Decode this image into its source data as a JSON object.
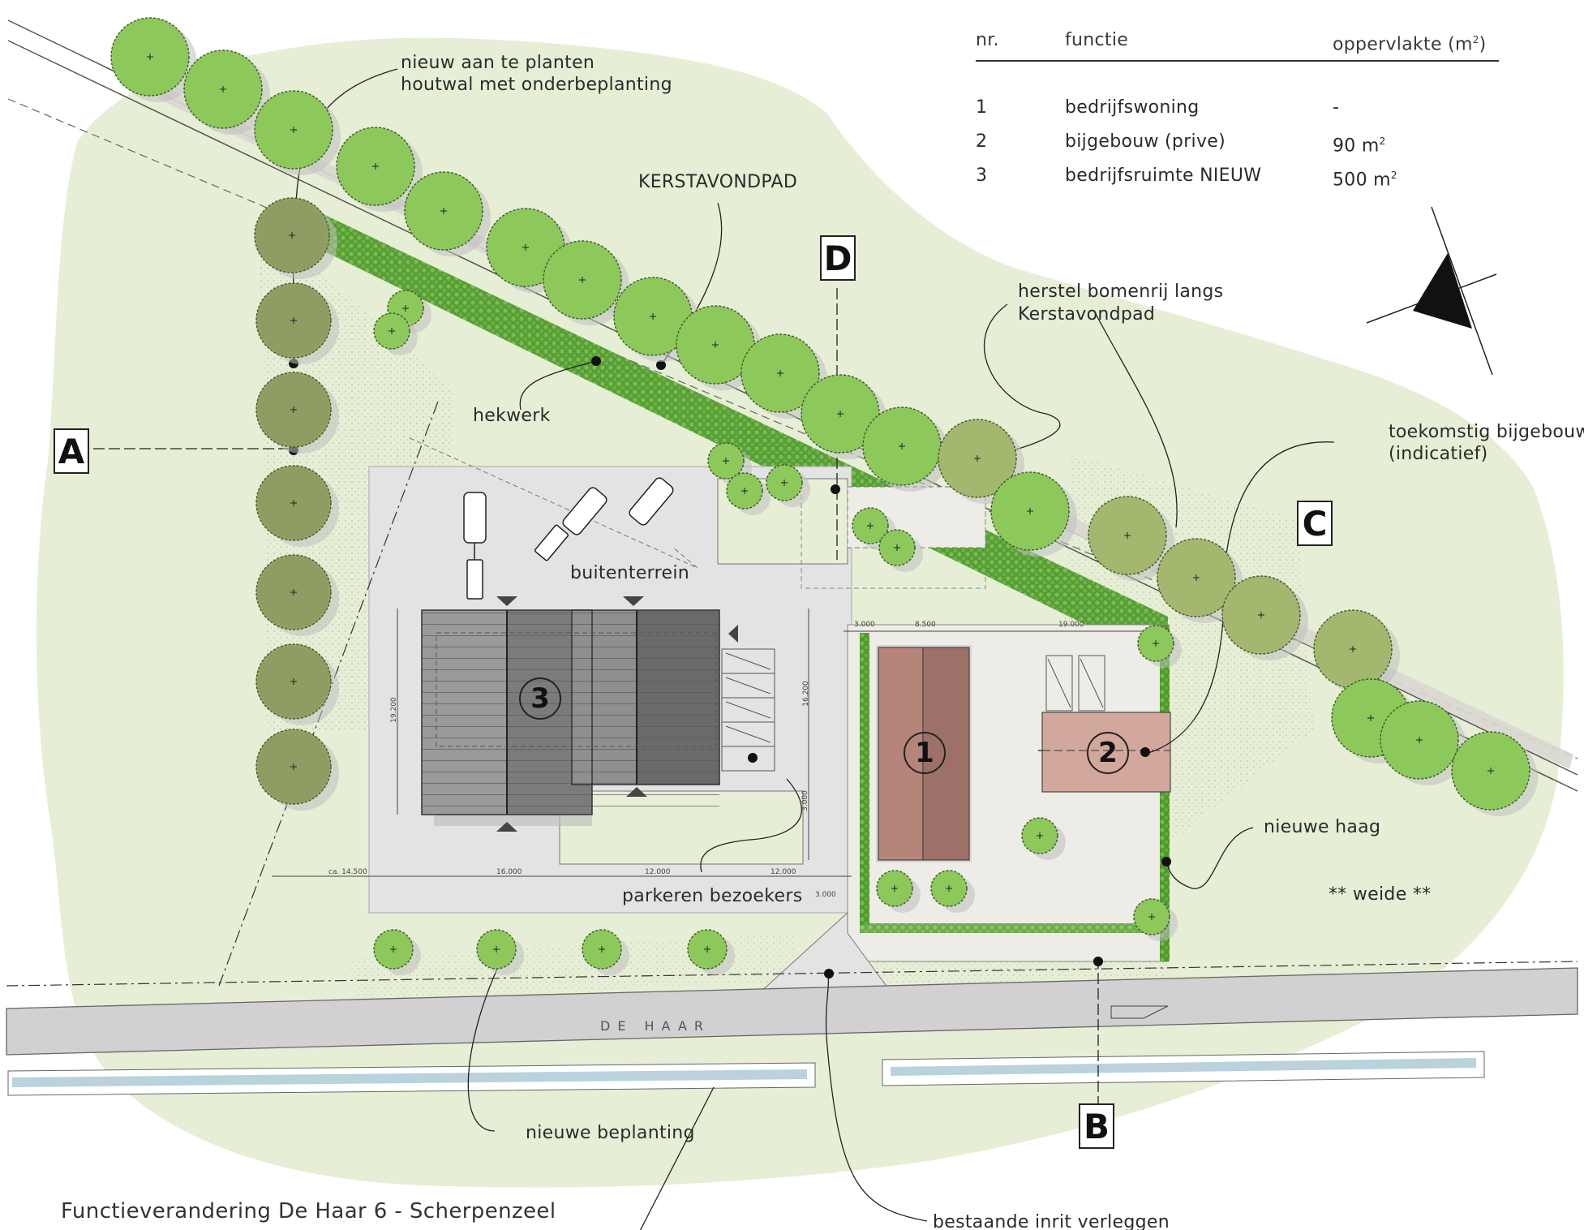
{
  "title": "Functieverandering De Haar 6 - Scherpenzeel",
  "table": {
    "headers": {
      "nr": "nr.",
      "functie": "functie",
      "oppervlakte": "oppervlakte (m",
      "oppervlakte_sup": "2",
      "oppervlakte_end": ")"
    },
    "rows": [
      {
        "nr": "1",
        "functie": "bedrijfswoning",
        "area": "-",
        "sup": ""
      },
      {
        "nr": "2",
        "functie": "bijgebouw (prive)",
        "area": "90 m",
        "sup": "2"
      },
      {
        "nr": "3",
        "functie": "bedrijfsruimte NIEUW",
        "area": "500 m",
        "sup": "2"
      }
    ]
  },
  "labels": {
    "houtwal_1": "nieuw aan te planten",
    "houtwal_2": "houtwal met onderbeplanting",
    "kerstavondpad": "KERSTAVONDPAD",
    "herstel_1": "herstel bomenrij langs",
    "herstel_2": "Kerstavondpad",
    "bijgebouw_1": "toekomstig bijgebouw",
    "bijgebouw_2": "(indicatief)",
    "hekwerk": "hekwerk",
    "buitenterrein": "buitenterrein",
    "parkeren": "parkeren bezoekers",
    "haag": "nieuwe haag",
    "weide": "** weide **",
    "beplanting": "nieuwe beplanting",
    "inrit": "bestaande inrit verleggen",
    "road": "DE HAAR"
  },
  "sections": {
    "a": "A",
    "b": "B",
    "c": "C",
    "d": "D"
  },
  "buildings": {
    "woning": "1",
    "bijgebouw": "2",
    "bedrijfsruimte": "3"
  },
  "dimensions": {
    "top_1": "3.000",
    "top_2": "8.500",
    "top_3": "19.000",
    "bottom_1": "ca. 14.500",
    "bottom_2": "16.000",
    "bottom_3": "12.000",
    "bottom_4": "12.000",
    "left_v": "19.200",
    "right_v1": "16.200",
    "right_v2": "3.000",
    "lower": "3.000"
  },
  "colors": {
    "grass": "#e8efd8",
    "tree_light": "#8cc85a",
    "tree_mid": "#a3b86e",
    "tree_dark": "#90a060",
    "pavement": "#e3e3e3",
    "road": "#d2d0d0",
    "water": "#b9d2dc",
    "building_red": "#b5857a",
    "roof_dark": "#6e6e6e",
    "roof_light": "#9a9a9a",
    "hedge": "#5fa83a"
  }
}
